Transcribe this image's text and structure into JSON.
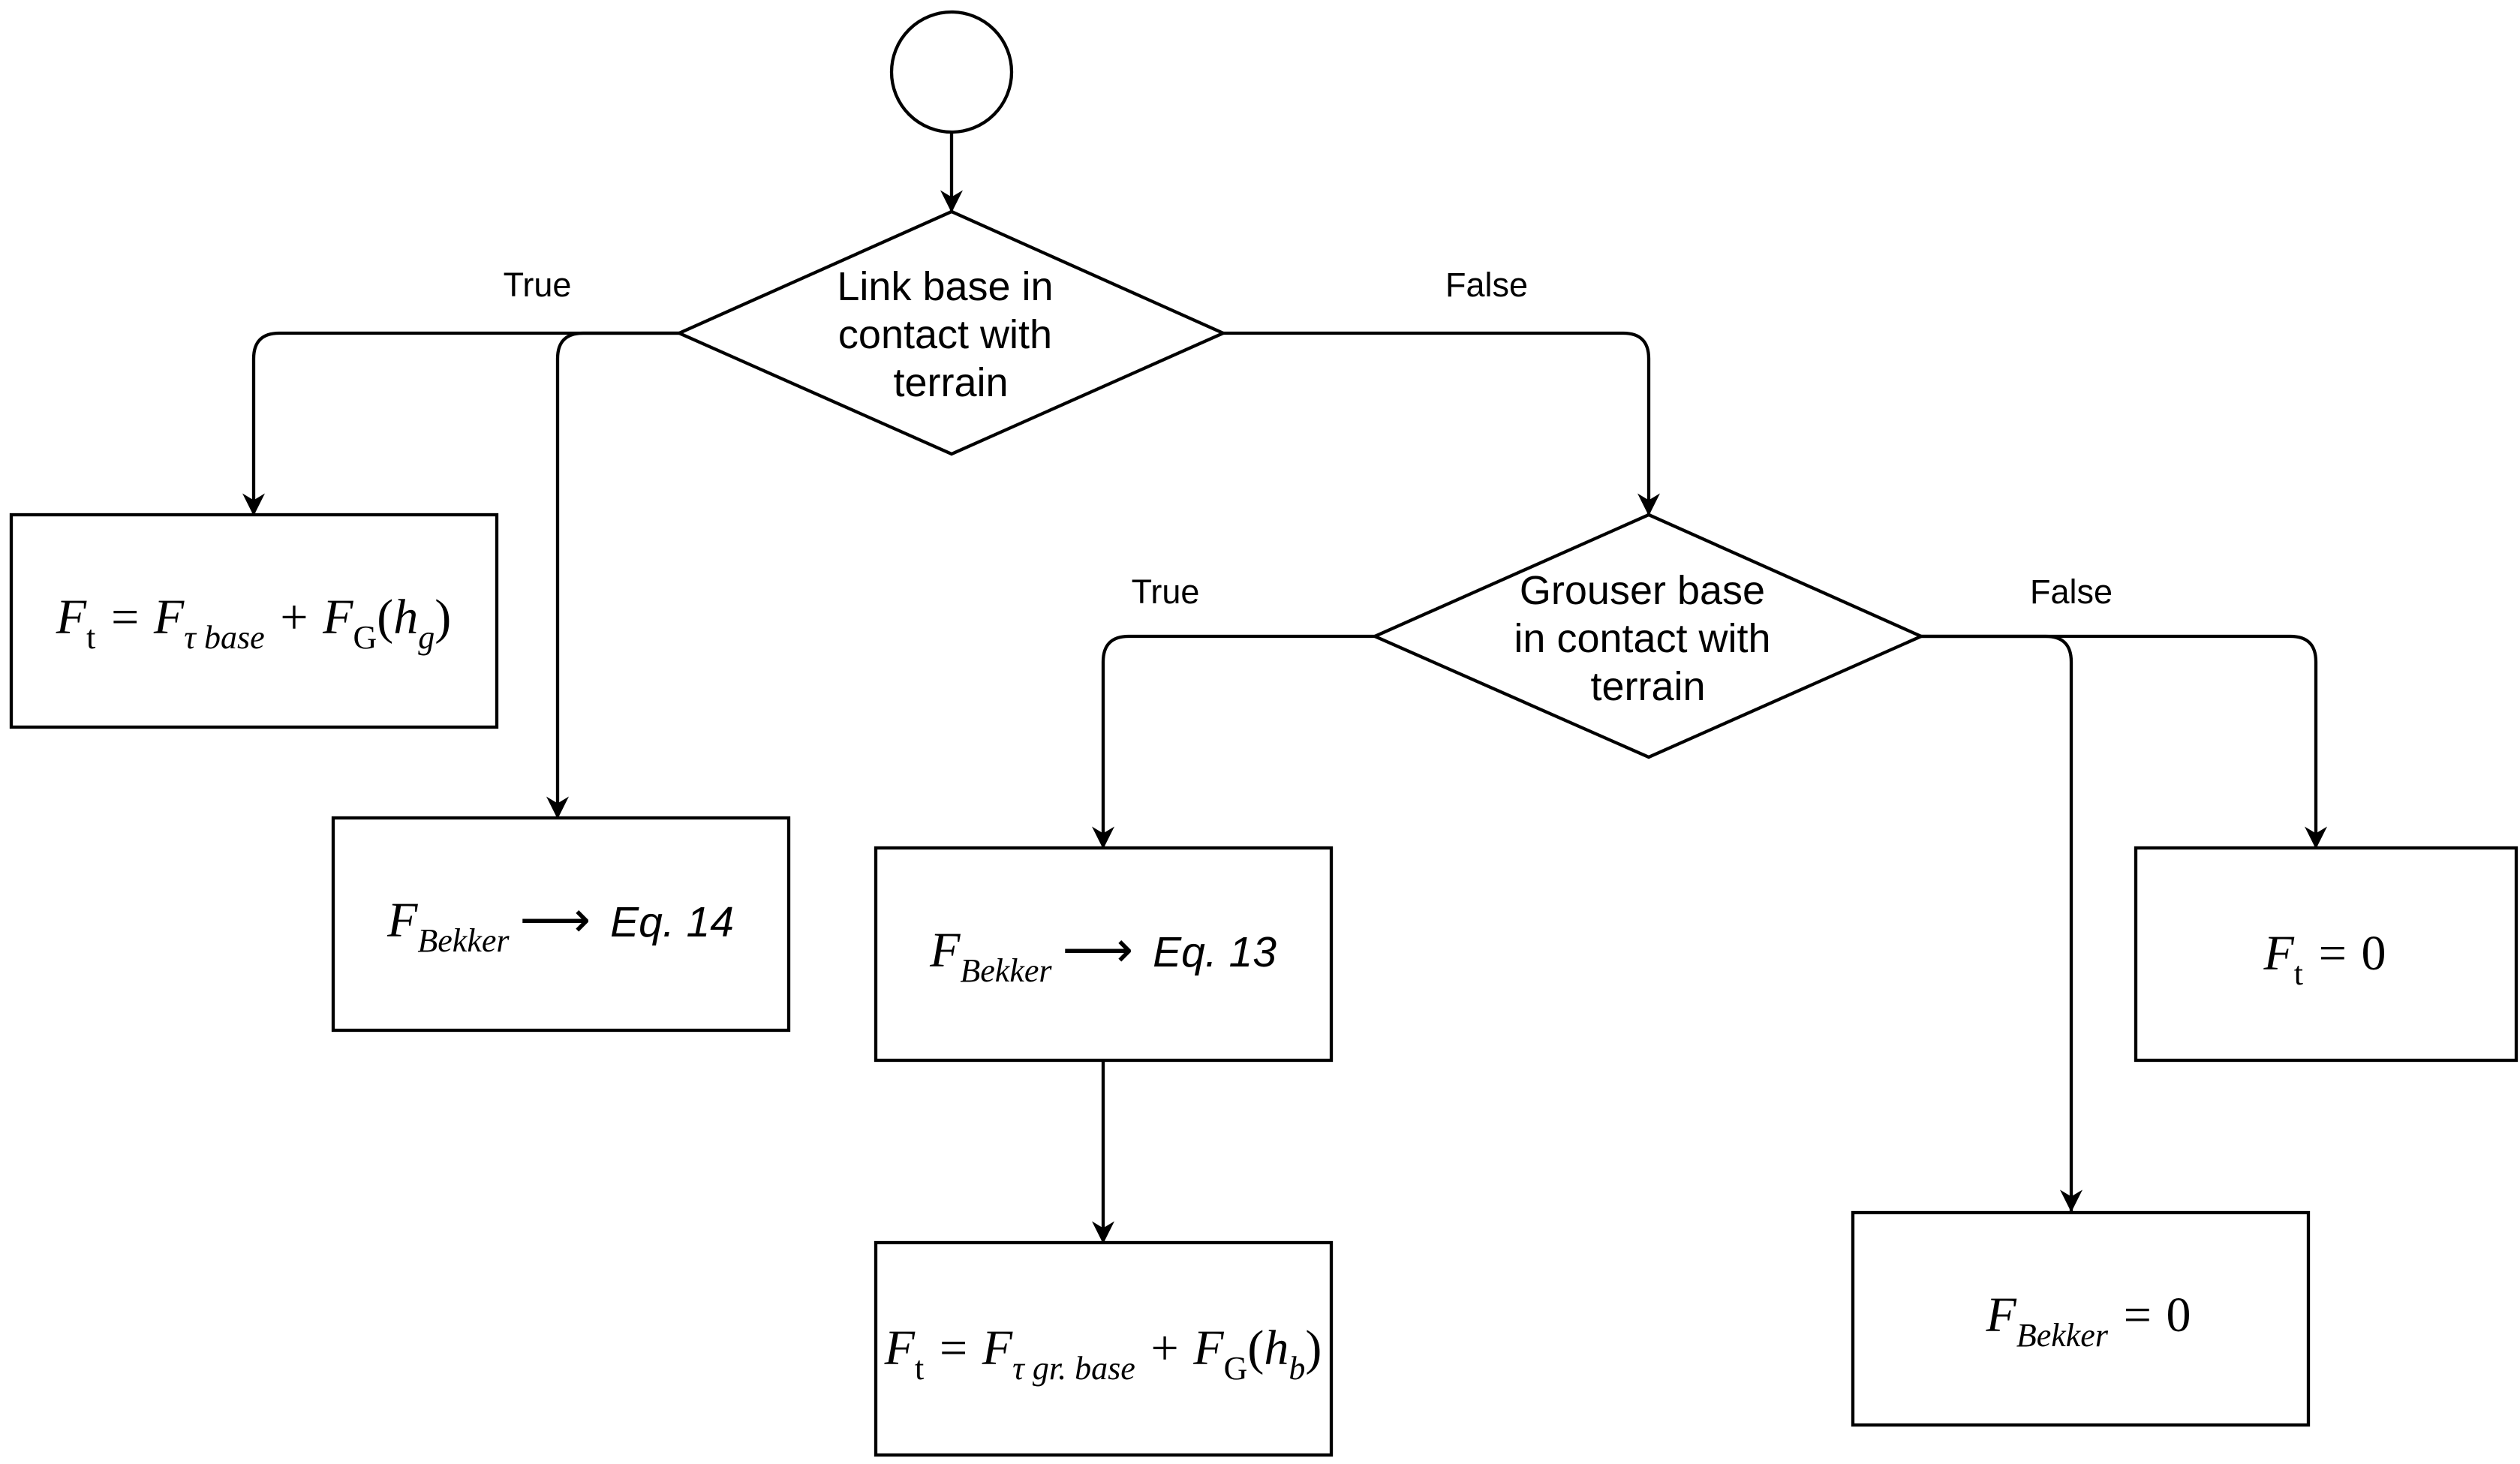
{
  "decisions": {
    "link_base": [
      "Link base in",
      "contact with",
      "terrain"
    ],
    "grouser_base": [
      "Grouser base",
      "in contact with",
      "terrain"
    ]
  },
  "edge_labels": {
    "link_true": "True",
    "link_false": "False",
    "grouser_true": "True",
    "grouser_false": "False"
  },
  "formulas": {
    "ft_base": {
      "lhs": "F",
      "lhs_sub": "t",
      "eq": " = ",
      "t1": "F",
      "t1_sub": "τ base",
      "plus": " + ",
      "t2": "F",
      "t2_sub": "G",
      "arg_open": "(",
      "arg": "h",
      "arg_sub": "g",
      "arg_close": ")"
    },
    "bekker_eq14": {
      "f": "F",
      "f_sub": "Bekker",
      "arrow": "⟶",
      "ref": "Eq. 14"
    },
    "bekker_eq13": {
      "f": "F",
      "f_sub": "Bekker",
      "arrow": "⟶",
      "ref": "Eq. 13"
    },
    "ft_grouser": {
      "lhs": "F",
      "lhs_sub": "t",
      "eq": " = ",
      "t1": "F",
      "t1_sub": "τ gr. base",
      "plus": " + ",
      "t2": "F",
      "t2_sub": "G",
      "arg_open": "(",
      "arg": "h",
      "arg_sub": "b",
      "arg_close": ")"
    },
    "ft_zero": {
      "lhs": "F",
      "lhs_sub": "t",
      "eq": " = ",
      "rhs": "0"
    },
    "bekker_zero": {
      "f": "F",
      "f_sub": "Bekker",
      "eq": " = ",
      "rhs": "0"
    }
  }
}
